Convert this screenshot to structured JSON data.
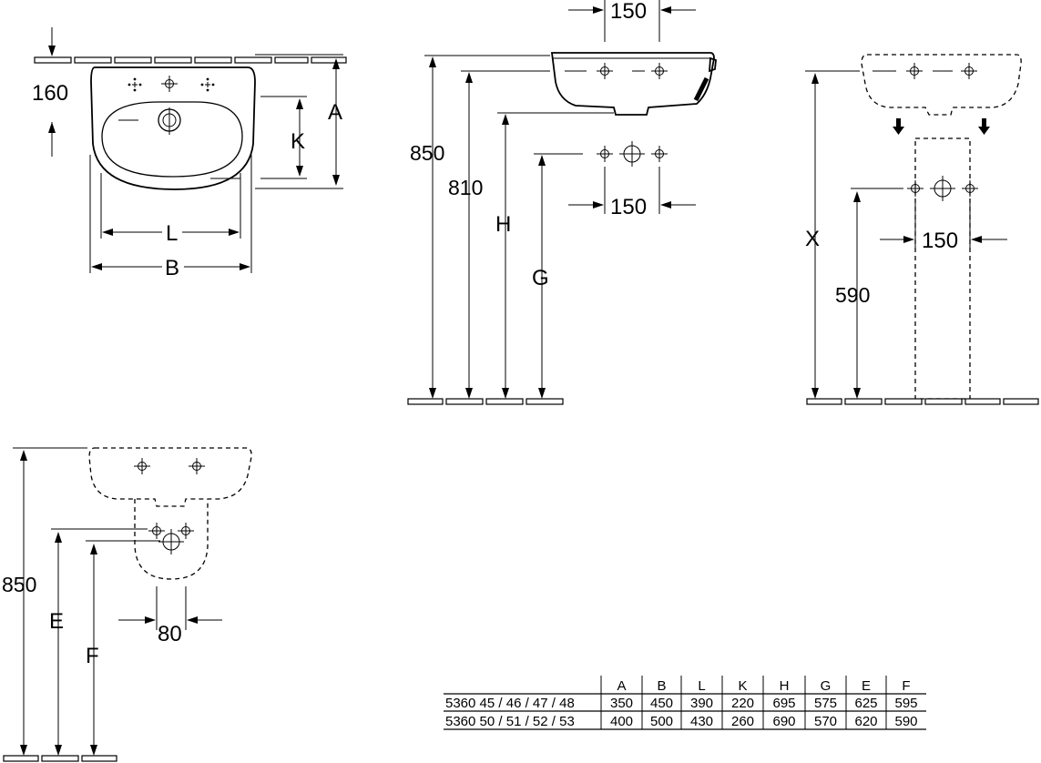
{
  "views": {
    "top_view": {
      "labels": {
        "wall_depth": "160",
        "A": "A",
        "K": "K",
        "L": "L",
        "B": "B"
      }
    },
    "side_view": {
      "labels": {
        "top_spacing": "150",
        "height_rim": "850",
        "height_inner": "810",
        "H": "H",
        "G": "G",
        "bottom_spacing": "150"
      }
    },
    "front_pedestal_view": {
      "labels": {
        "X": "X",
        "height_supply": "590",
        "spacing": "150"
      }
    },
    "half_pedestal_view": {
      "labels": {
        "height_rim": "850",
        "E": "E",
        "F": "F",
        "spacing": "80"
      }
    }
  },
  "dimension_table": {
    "headers": [
      "",
      "A",
      "B",
      "L",
      "K",
      "H",
      "G",
      "E",
      "F"
    ],
    "rows": [
      [
        "5360 45 / 46 / 47 / 48",
        "350",
        "450",
        "390",
        "220",
        "695",
        "575",
        "625",
        "595"
      ],
      [
        "5360 50 / 51 / 52 / 53",
        "400",
        "500",
        "430",
        "260",
        "690",
        "570",
        "620",
        "590"
      ]
    ]
  }
}
